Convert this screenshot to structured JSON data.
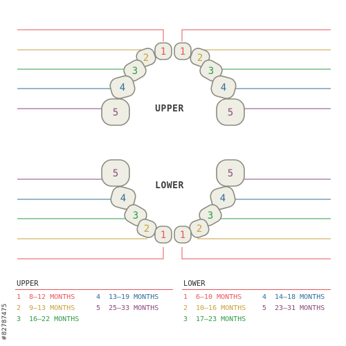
{
  "colors": {
    "c1": "#e8565a",
    "c2": "#c9a13c",
    "c3": "#2f9a47",
    "c4": "#2f6d9a",
    "c5": "#8a4a7a",
    "tooth_fill": "#eeeee4",
    "tooth_stroke": "#8b8b80"
  },
  "upper_label": "UPPER",
  "lower_label": "LOWER",
  "teeth": {
    "upper": [
      "1",
      "2",
      "3",
      "4",
      "5"
    ],
    "lower": [
      "5",
      "4",
      "3",
      "2",
      "1"
    ]
  },
  "legend": {
    "upper": {
      "title": "UPPER",
      "items": [
        {
          "n": "1",
          "text": "8–12 MONTHS"
        },
        {
          "n": "2",
          "text": "9–13 MONTHS"
        },
        {
          "n": "3",
          "text": "16–22 MONTHS"
        },
        {
          "n": "4",
          "text": "13–19 MONTHS"
        },
        {
          "n": "5",
          "text": "25–33 MONTHS"
        }
      ]
    },
    "lower": {
      "title": "LOWER",
      "items": [
        {
          "n": "1",
          "text": "6–10 MONTHS"
        },
        {
          "n": "2",
          "text": "10–16 MONTHS"
        },
        {
          "n": "3",
          "text": "17–23 MONTHS"
        },
        {
          "n": "4",
          "text": "14–18 MONTHS"
        },
        {
          "n": "5",
          "text": "23–31 MONTHS"
        }
      ]
    }
  },
  "watermark": "#82787475"
}
